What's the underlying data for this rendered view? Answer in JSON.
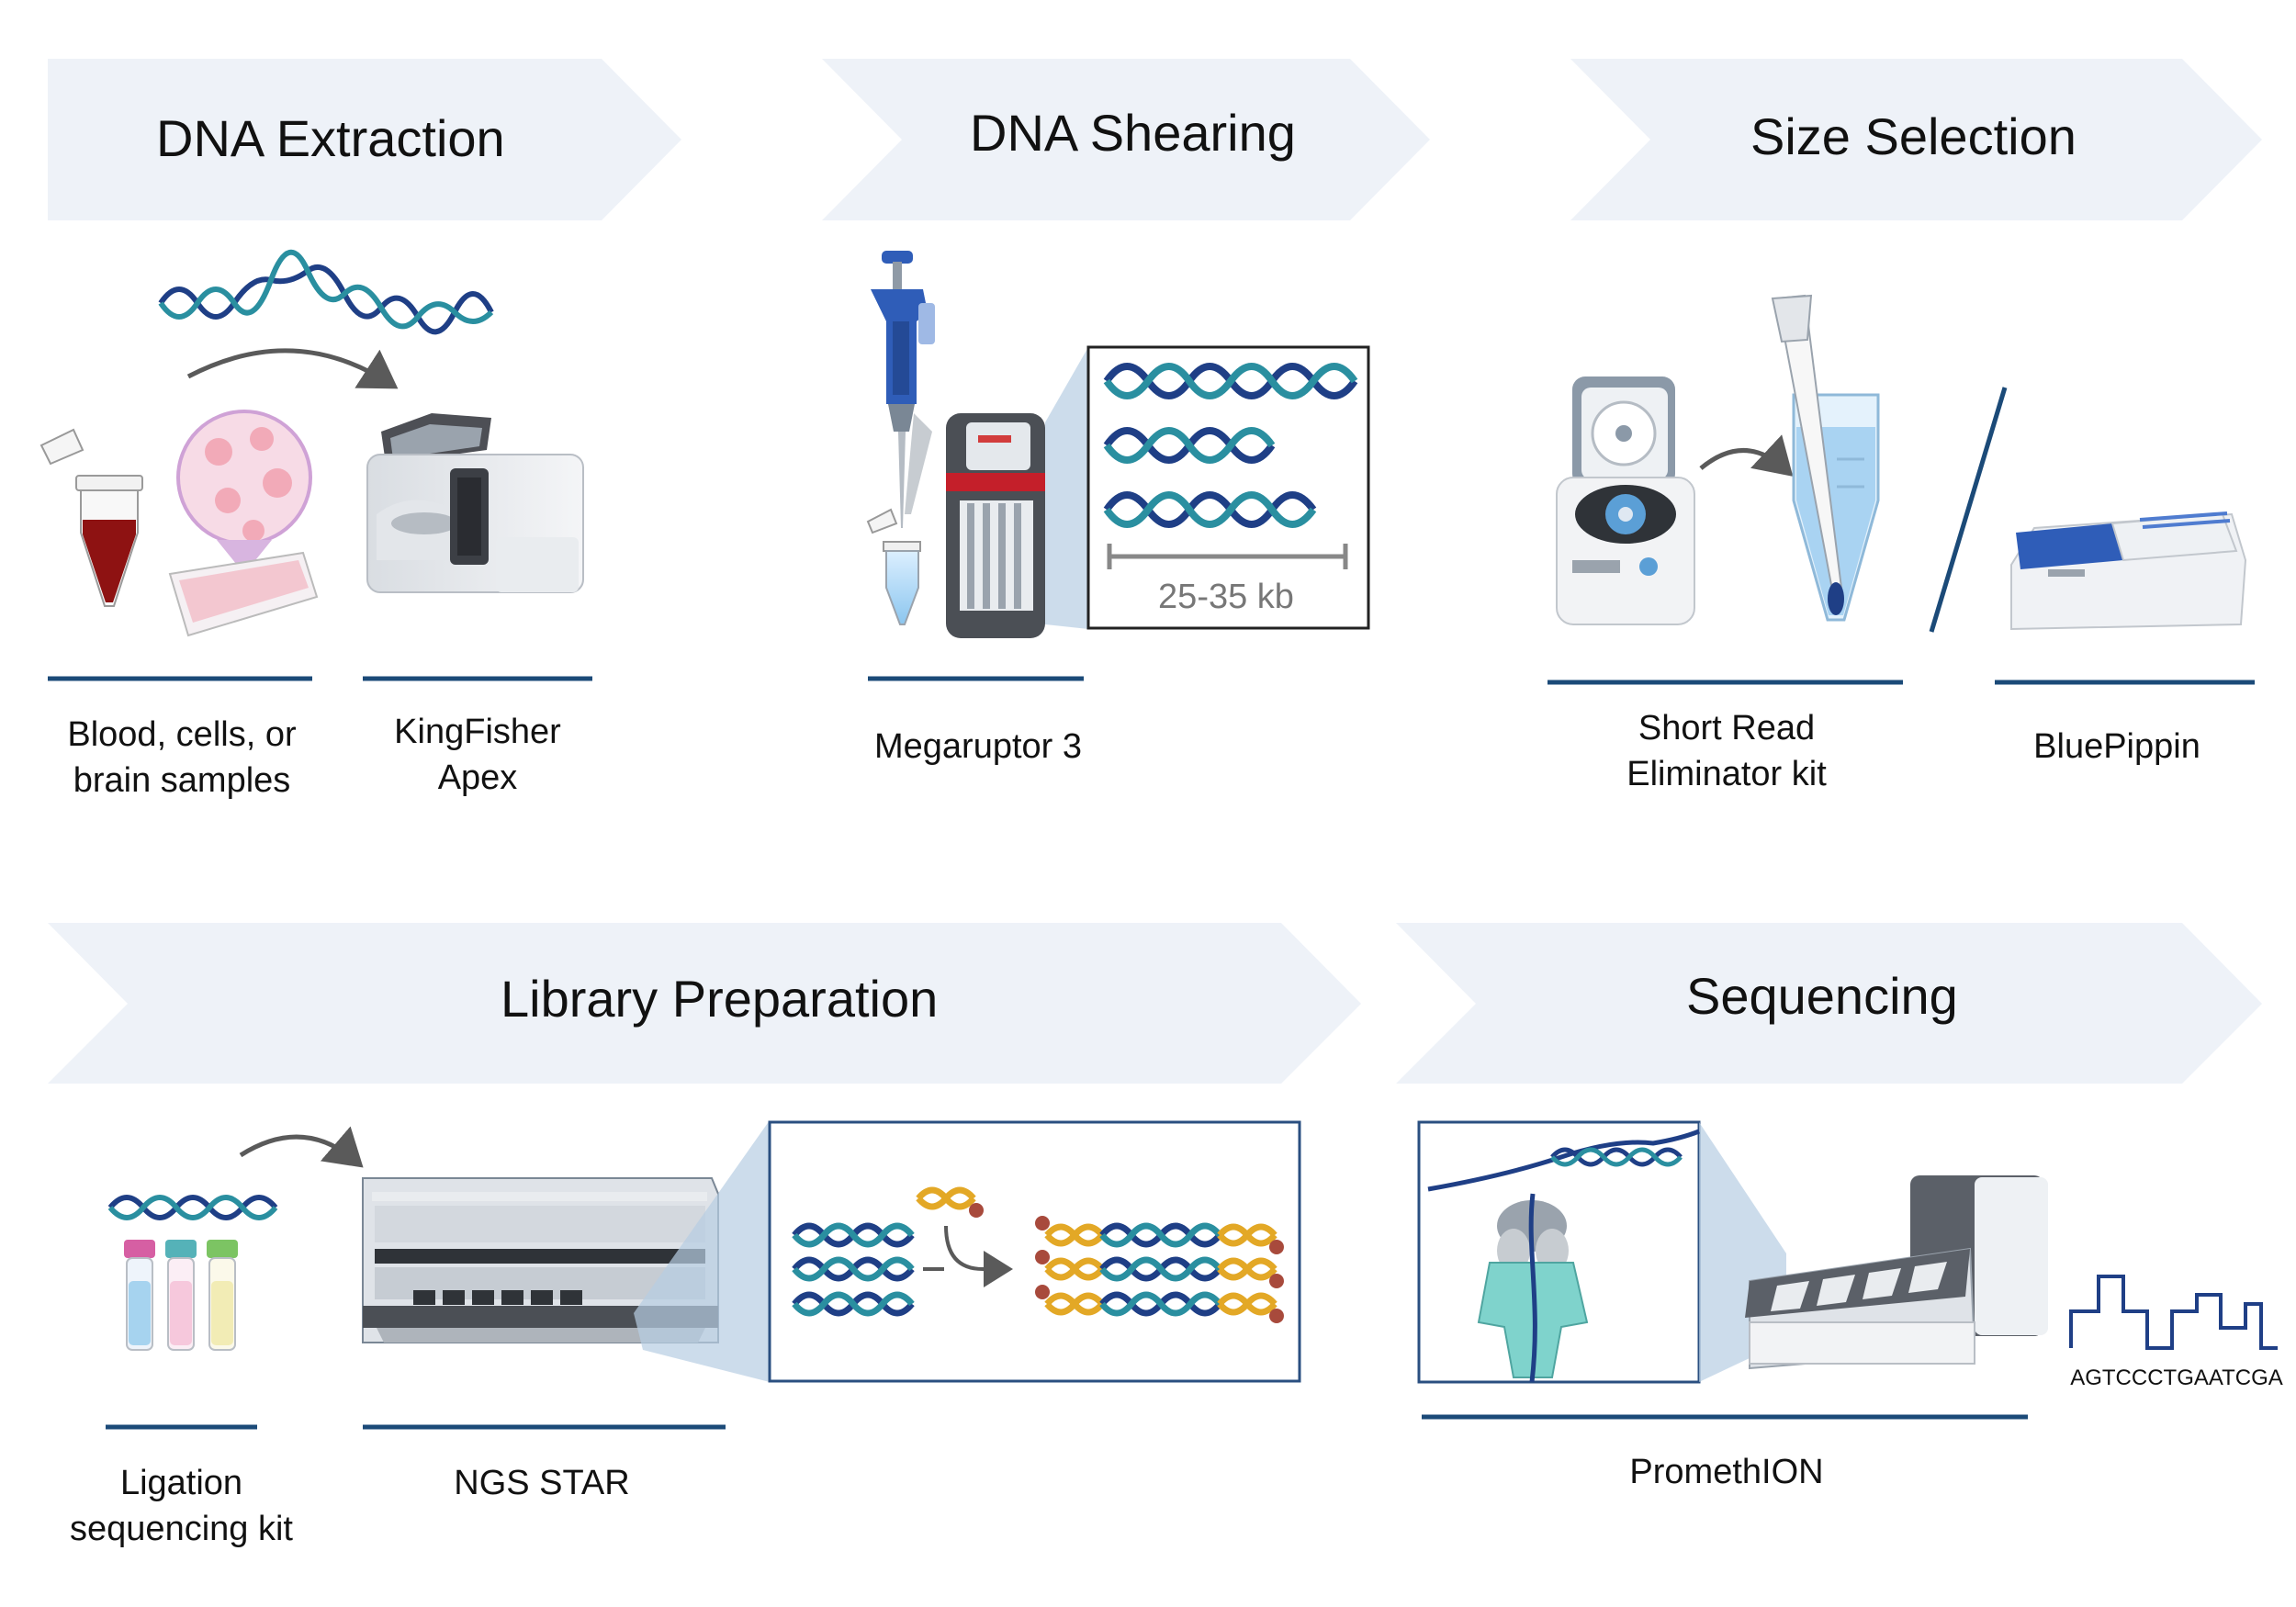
{
  "stages": {
    "extraction": "DNA Extraction",
    "shearing": "DNA Shearing",
    "size_selection": "Size Selection",
    "library": "Library Preparation",
    "sequencing": "Sequencing"
  },
  "labels": {
    "samples": "Blood, cells, or\nbrain samples",
    "kingfisher": "KingFisher\nApex",
    "megaruptor": "Megaruptor 3",
    "short_read": "Short Read\nEliminator kit",
    "bluepippin": "BluePippin",
    "ligation": "Ligation\nsequencing kit",
    "ngs_star": "NGS STAR",
    "promethion": "PromethION"
  },
  "annotations": {
    "fragment_size": "25-35 kb",
    "read_sequence": "AGTCCCTGAATCGA"
  },
  "colors": {
    "banner": "#eef2f8",
    "rule": "#1b4a78",
    "dna_dark": "#1f3f86",
    "dna_teal": "#2a8fa0",
    "adapter": "#e3a826",
    "adapter_bead": "#a84a3c",
    "blood": "#8e1212",
    "device_blue": "#2f5db8"
  }
}
